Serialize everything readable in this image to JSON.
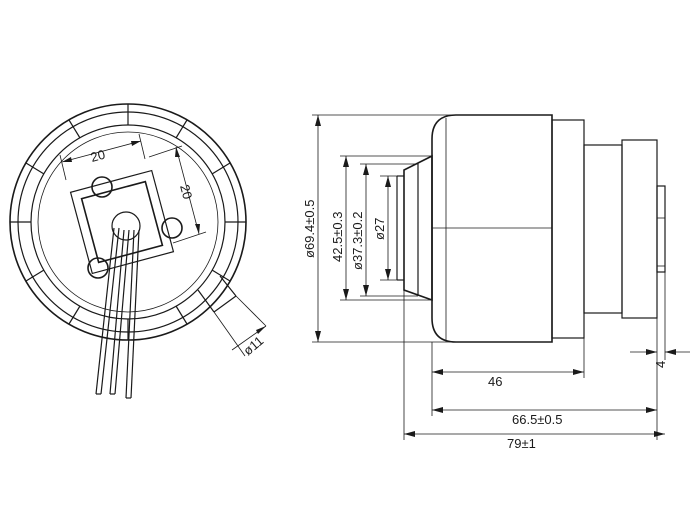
{
  "front_view": {
    "square_width_label": "20",
    "square_height_label": "20",
    "cable_hole_label": "ø11"
  },
  "side_view": {
    "outer_diameter_label": "ø69.4±0.5",
    "flange_diameter_label": "42.5±0.3",
    "bore_diameter_label": "ø37.3±0.2",
    "inner_diameter_label": "ø27",
    "body_length_label": "46",
    "housing_length_label": "66.5±0.5",
    "total_length_label": "79±1",
    "shaft_length_label": "4"
  }
}
